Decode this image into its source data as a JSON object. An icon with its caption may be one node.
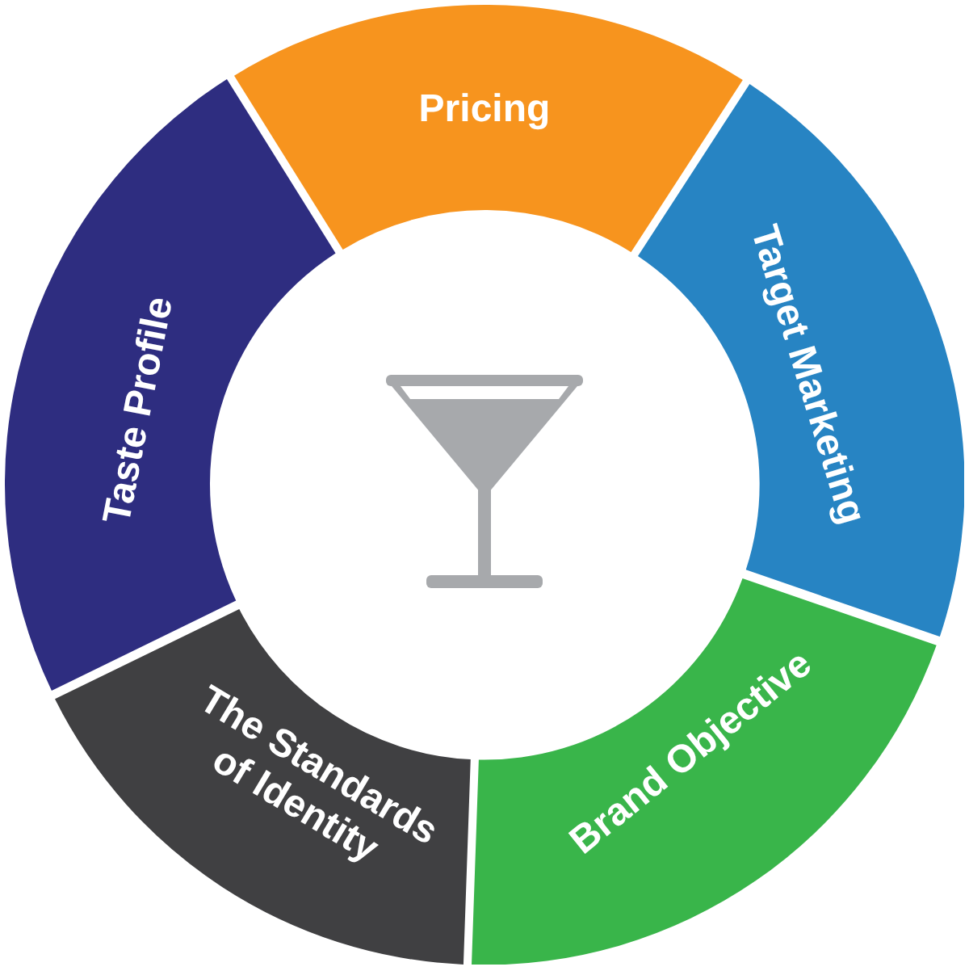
{
  "diagram": {
    "nodes": [
      {
        "text": [
          "Pricing"
        ]
      },
      {
        "text": [
          "Target Marketing"
        ]
      },
      {
        "text": [
          "Brand Objective"
        ]
      },
      {
        "text": [
          "The Standards of Identity"
        ]
      },
      {
        "text": [
          "Taste Profile"
        ]
      }
    ]
  }
}
